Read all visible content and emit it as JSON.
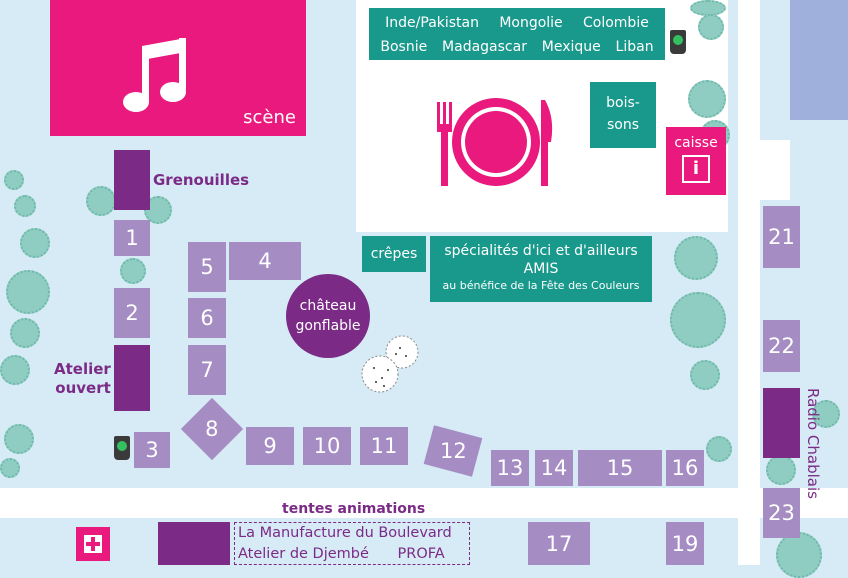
{
  "stage": {
    "label": "scène"
  },
  "food": {
    "countries_row1": [
      "Inde/Pakistan",
      "Mongolie",
      "Colombie"
    ],
    "countries_row2": [
      "Bosnie",
      "Madagascar",
      "Mexique",
      "Liban"
    ],
    "boissons": [
      "bois-",
      "sons"
    ],
    "caisse": "caisse",
    "info": "i"
  },
  "crepes": "crêpes",
  "specialites": {
    "line1": "spécialités d'ici et d'ailleurs",
    "line2": "AMIS",
    "line3": "au bénéfice de la Fête des Couleurs"
  },
  "chateau": {
    "line1": "château",
    "line2": "gonflable"
  },
  "labels": {
    "grenouilles": "Grenouilles",
    "atelier1": "Atelier",
    "atelier2": "ouvert",
    "radio": "Radio Chablais",
    "tentes": "tentes animations"
  },
  "stands": {
    "s1": "1",
    "s2": "2",
    "s3": "3",
    "s4": "4",
    "s5": "5",
    "s6": "6",
    "s7": "7",
    "s8": "8",
    "s9": "9",
    "s10": "10",
    "s11": "11",
    "s12": "12",
    "s13": "13",
    "s14": "14",
    "s15": "15",
    "s16": "16",
    "s17": "17",
    "s19": "19",
    "s21": "21",
    "s22": "22",
    "s23": "23"
  },
  "animations": {
    "row1": "La Manufacture du Boulevard",
    "row2a": "Atelier de Djembé",
    "row2b": "PROFA"
  },
  "colors": {
    "pink": "#e9197d",
    "teal": "#18998c",
    "purple": "#7b2a86",
    "lilac": "#a58cc3",
    "water": "#d6ebf5"
  }
}
